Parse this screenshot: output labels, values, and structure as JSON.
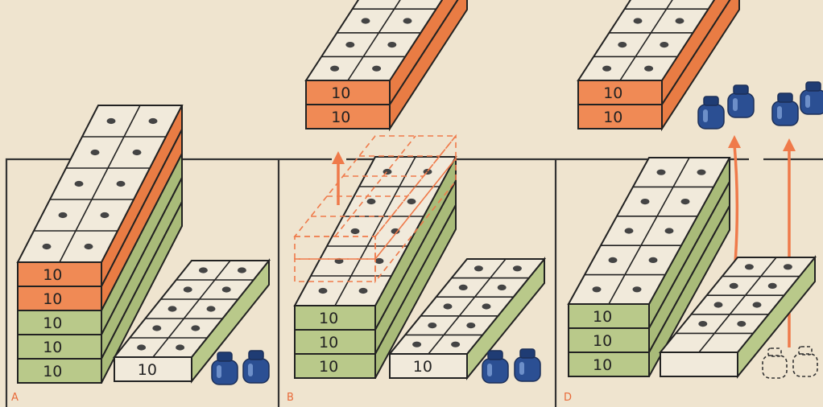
{
  "panels": [
    {
      "label": "A"
    },
    {
      "label": "B"
    },
    {
      "label": "D"
    }
  ],
  "block_label": "10",
  "colors": {
    "background": "#efe4cf",
    "orange": "#f08a55",
    "green": "#b9c98a",
    "cream": "#f1eadb",
    "ink": "#222222",
    "bottle": "#2b4f93",
    "arrow": "#ef7a4a",
    "panel_label": "#e86a3a"
  }
}
